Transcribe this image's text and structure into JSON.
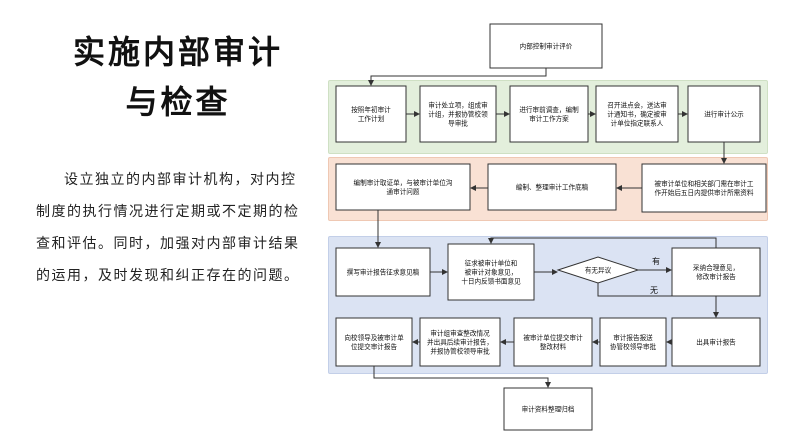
{
  "title": {
    "line1": "实施内部审计",
    "line2": "与检查"
  },
  "description": "设立独立的内部审计机构，对内控制度的执行情况进行定期或不定期的检查和评估。同时，加强对内部审计结果的运用，及时发现和纠正存在的问题。",
  "flow": {
    "nodes": {
      "start": [
        "内部控制审计评价"
      ],
      "n1": [
        "按照年初审计",
        "工作计划"
      ],
      "n2": [
        "审计处立项，组成审",
        "计组，并报协管校领",
        "导审批"
      ],
      "n3": [
        "进行审前调查，编制",
        "审计工作方案"
      ],
      "n4": [
        "召开进点会，送达审",
        "计通知书，确定被审",
        "计单位指定联系人"
      ],
      "n5": [
        "进行审计公示"
      ],
      "n6": [
        "被审计单位和相关部门需在审计工",
        "作开始后五日内提供审计所需资料"
      ],
      "n7": [
        "编制、整理审计工作底稿"
      ],
      "n8": [
        "编制审计取证单，与被审计单位沟",
        "通审计问题"
      ],
      "n9": [
        "撰写审计报告征求意见稿"
      ],
      "n10": [
        "征求被审计单位和",
        "被审计对象意见，",
        "十日内反馈书面意见"
      ],
      "decision": [
        "有无异议"
      ],
      "n11": [
        "采纳合理意见，",
        "修改审计报告"
      ],
      "n12": [
        "出具审计报告"
      ],
      "n13": [
        "审计报告报送",
        "协管校领导审批"
      ],
      "n14": [
        "被审计单位提交审计",
        "整改材料"
      ],
      "n15": [
        "审计组审查整改情况",
        "并出具后续审计报告，",
        "并报协管校领导审批"
      ],
      "n16": [
        "向校领导及被审计单",
        "位提交审计报告"
      ],
      "end": [
        "审计资料整理归档"
      ]
    },
    "edge_yes": "有",
    "edge_no": "无"
  }
}
